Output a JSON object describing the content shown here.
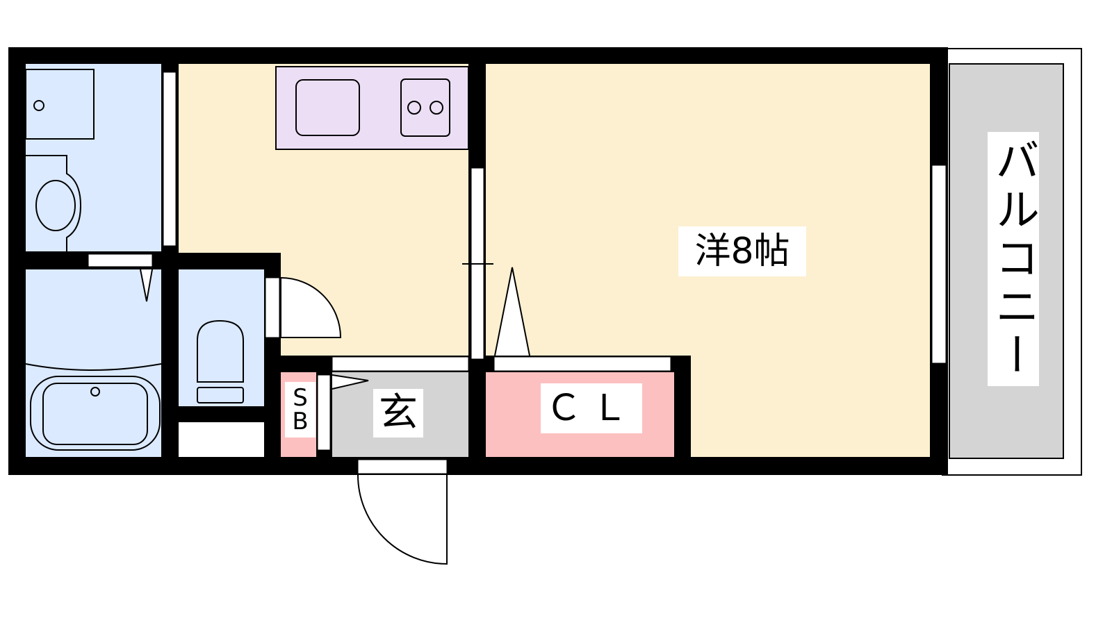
{
  "labels": {
    "western_room": "洋8帖",
    "closet": "ＣＬ",
    "entrance": "玄",
    "shoe_box_s": "S",
    "shoe_box_b": "B",
    "balcony": "バルコニー"
  },
  "colors": {
    "wall": "#000000",
    "living": "#fdf0d0",
    "wet_area": "#dbeafe",
    "kitchen": "#ecdff5",
    "storage": "#fdc0c0",
    "entrance": "#d4d4d4",
    "balcony": "#d4d4d4"
  }
}
